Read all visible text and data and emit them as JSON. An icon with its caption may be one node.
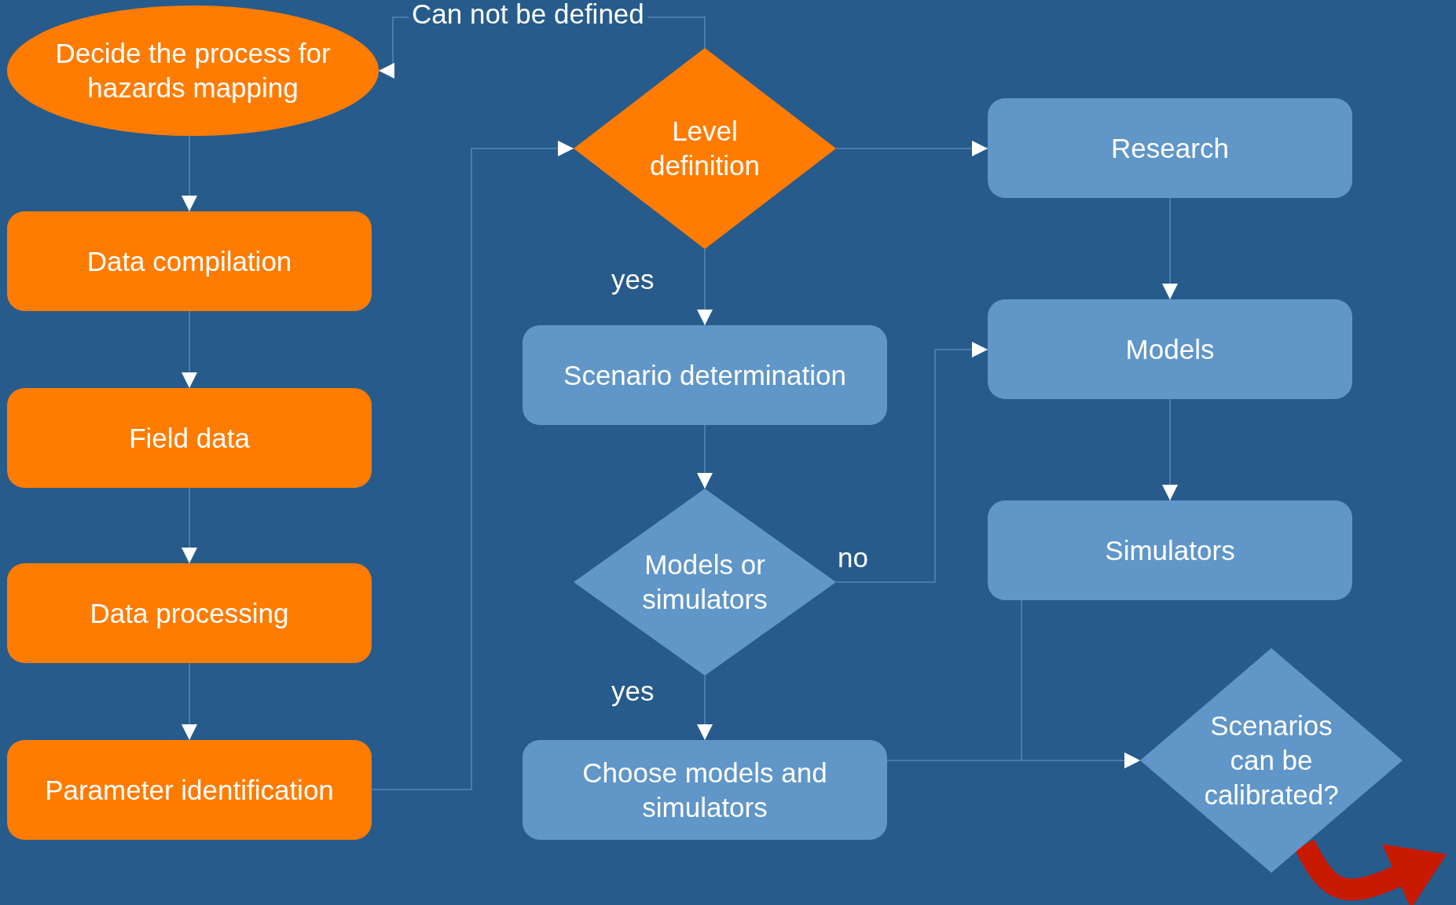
{
  "diagram": {
    "nodes": [
      {
        "text": [
          "Decide the process for hazards mapping"
        ]
      },
      {
        "text": [
          "Data compilation"
        ]
      },
      {
        "text": [
          "Field data"
        ]
      },
      {
        "text": [
          "Data processing"
        ]
      },
      {
        "text": [
          "Parameter identification"
        ]
      },
      {
        "text": [
          "Level definition"
        ]
      },
      {
        "text": [
          "Scenario determination"
        ]
      },
      {
        "text": [
          "Models or simulators"
        ]
      },
      {
        "text": [
          "Choose models and simulators"
        ]
      },
      {
        "text": [
          "Research"
        ]
      },
      {
        "text": [
          "Models"
        ]
      },
      {
        "text": [
          "Simulators"
        ]
      },
      {
        "text": [
          "Scenarios can be calibrated?"
        ]
      }
    ],
    "edges": [
      {
        "from": 0,
        "to": 1,
        "arrow": "to"
      },
      {
        "from": 1,
        "to": 2,
        "arrow": "to"
      },
      {
        "from": 2,
        "to": 3,
        "arrow": "to"
      },
      {
        "from": 3,
        "to": 4,
        "arrow": "to"
      },
      {
        "from": 4,
        "to": 5,
        "arrow": "to"
      },
      {
        "from": 5,
        "to": 0,
        "arrow": "to",
        "label": "Can not be defined"
      },
      {
        "from": 5,
        "to": 6,
        "arrow": "to",
        "label": "yes"
      },
      {
        "from": 5,
        "to": 9,
        "arrow": "to"
      },
      {
        "from": 6,
        "to": 7,
        "arrow": "to"
      },
      {
        "from": 7,
        "to": 8,
        "arrow": "to",
        "label": "yes"
      },
      {
        "from": 7,
        "to": 10,
        "arrow": "to",
        "label": "no"
      },
      {
        "from": 9,
        "to": 10,
        "arrow": "to"
      },
      {
        "from": 10,
        "to": 11,
        "arrow": "to"
      },
      {
        "from": 11,
        "to": 12,
        "arrow": "to"
      },
      {
        "from": 8,
        "to": 12,
        "arrow": "to"
      },
      {
        "from": 12,
        "to": null,
        "arrow": "to",
        "style": "thick",
        "color": "#c81a00"
      }
    ]
  }
}
